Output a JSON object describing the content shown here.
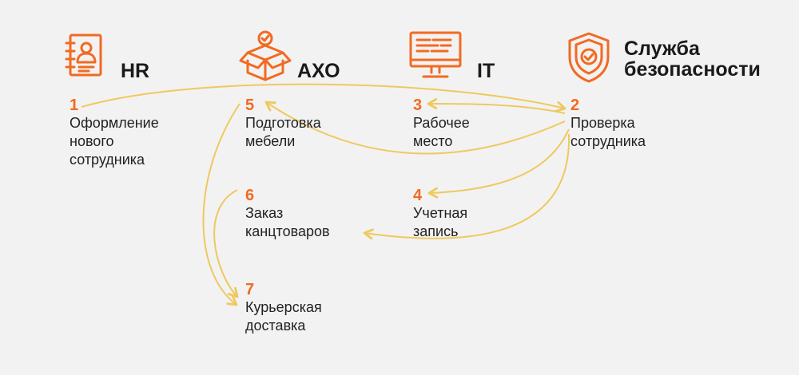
{
  "colors": {
    "accent": "#f26a21",
    "arrow": "#efc95e",
    "text": "#222222",
    "background": "#f2f2f2"
  },
  "departments": [
    {
      "id": "hr",
      "label": "HR",
      "icon": "employee-file-icon"
    },
    {
      "id": "axo",
      "label": "АХО",
      "icon": "package-box-icon"
    },
    {
      "id": "it",
      "label": "IT",
      "icon": "computer-monitor-icon"
    },
    {
      "id": "security",
      "label": "Служба\nбезопасности",
      "icon": "security-shield-icon"
    }
  ],
  "steps": [
    {
      "num": "1",
      "text": "Оформление\nнового\nсотрудника"
    },
    {
      "num": "2",
      "text": "Проверка\nсотрудника"
    },
    {
      "num": "3",
      "text": "Рабочее\nместо"
    },
    {
      "num": "4",
      "text": "Учетная\nзапись"
    },
    {
      "num": "5",
      "text": "Подготовка\nмебели"
    },
    {
      "num": "6",
      "text": "Заказ\nканцтоваров"
    },
    {
      "num": "7",
      "text": "Курьерская\nдоставка"
    }
  ],
  "flows": [
    {
      "from": "1",
      "to": "2"
    },
    {
      "from": "2",
      "to": "3"
    },
    {
      "from": "2",
      "to": "5"
    },
    {
      "from": "2",
      "to": "4"
    },
    {
      "from": "2",
      "to": "6"
    },
    {
      "from": "5",
      "to": "7"
    },
    {
      "from": "6",
      "to": "7"
    }
  ]
}
